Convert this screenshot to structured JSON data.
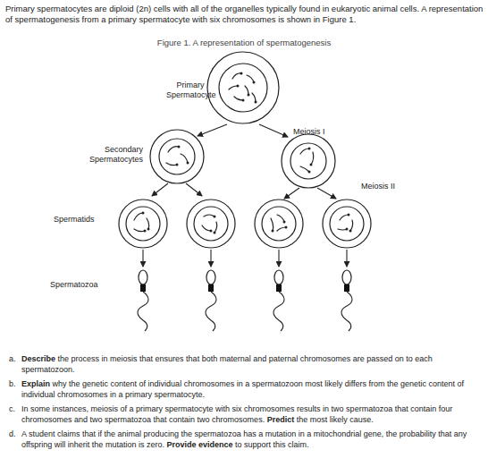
{
  "diagram": {
    "title": "Figure 1. A representation of spermatogenesis",
    "nodes": [
      {
        "text": [
          "Primary Spermatocyte"
        ]
      }
    ],
    "labels": [
      "Primary spermatocytes are diploid (2n) cells with all of the organelles typically found in eukaryotic animal cells. A representation of spermatogenesis from a primary spermatocyte with six chromosomes is shown in Figure 1.",
      "Meiosis I",
      "Secondary Spermatocytes",
      "Meiosis II",
      "Spermatids",
      "Spermatozoa",
      "a.",
      "Describe",
      "the process in meiosis that ensures that both maternal and paternal chromosomes are passed on to each spermatozoon.",
      "b.",
      "Explain",
      "why the genetic content of individual chromosomes in a spermatozoon most likely differs from the genetic content of individual chromosomes in a primary spermatocyte.",
      "c.",
      "In some instances, meiosis of a primary spermatocyte with six chromosomes results in two spermatozoa that contain four chromosomes and two spermatozoa that contain two chromosomes.",
      "Predict",
      "the most likely cause.",
      "d.",
      "A student claims that if the animal producing the spermatozoa has a mutation in a mitochondrial gene, the probability that any offspring will inherit the mutation is zero.",
      "Provide evidence",
      "to support this claim."
    ]
  }
}
